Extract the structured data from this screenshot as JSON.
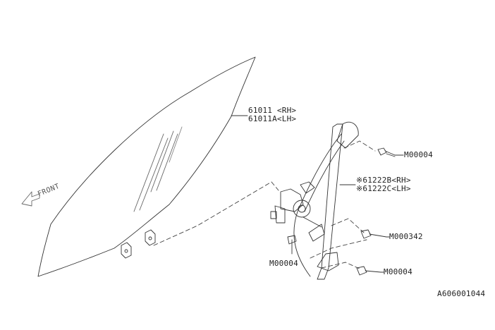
{
  "diagram": {
    "front_label": "FRONT",
    "glass": {
      "part": "61011 <RH>",
      "part_alt": "61011A<LH>"
    },
    "regulator": {
      "part": "※61222B<RH>",
      "part_alt": "※61222C<LH>"
    },
    "fasteners": {
      "upper_bolt": "M00004",
      "middle_bolt": "M000342",
      "motor_bolt": "M00004",
      "lower_bolt": "M00004"
    },
    "diagram_code": "A606001044"
  }
}
